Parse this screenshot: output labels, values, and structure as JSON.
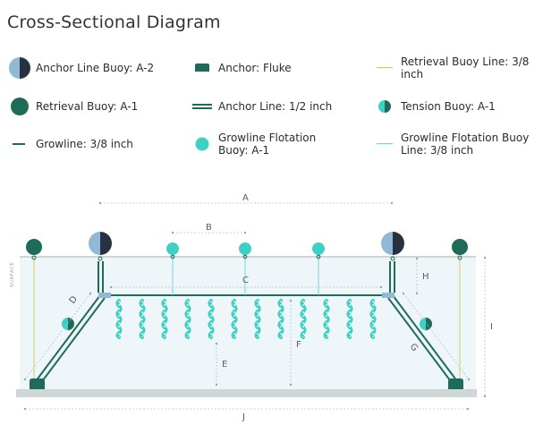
{
  "title": "Cross-Sectional Diagram",
  "legend": [
    {
      "label": "Anchor Line Buoy: A-2",
      "icon": "anchor-line-buoy-icon"
    },
    {
      "label": "Anchor: Fluke",
      "icon": "anchor-fluke-icon"
    },
    {
      "label": "Retrieval Buoy Line: 3/8 inch",
      "icon": "retrieval-buoy-line-icon"
    },
    {
      "label": "Retrieval Buoy: A-1",
      "icon": "retrieval-buoy-icon"
    },
    {
      "label": "Anchor Line: 1/2 inch",
      "icon": "anchor-line-icon"
    },
    {
      "label": "Tension Buoy: A-1",
      "icon": "tension-buoy-icon"
    },
    {
      "label": "Growline: 3/8 inch",
      "icon": "growline-icon"
    },
    {
      "label": "Growline Flotation Buoy: A-1",
      "icon": "growline-flotation-buoy-icon"
    },
    {
      "label": "Growline Flotation Buoy Line: 3/8 inch",
      "icon": "growline-flotation-buoy-line-icon"
    }
  ],
  "diagram": {
    "surface_label": "SURFACE",
    "dimensions": {
      "A": "A",
      "B": "B",
      "C": "C",
      "D": "D",
      "E": "E",
      "F": "F",
      "G": "G",
      "H": "H",
      "I": "I",
      "J": "J"
    }
  },
  "colors": {
    "dark_teal": "#1f6b5a",
    "navy": "#28313f",
    "light_blue": "#8fb9d4",
    "cyan": "#3fd0c4",
    "water": "#eef6fa",
    "line_cyan": "#7ad3dc",
    "gray": "#cfd6d6",
    "yellow": "#cbd25a"
  }
}
